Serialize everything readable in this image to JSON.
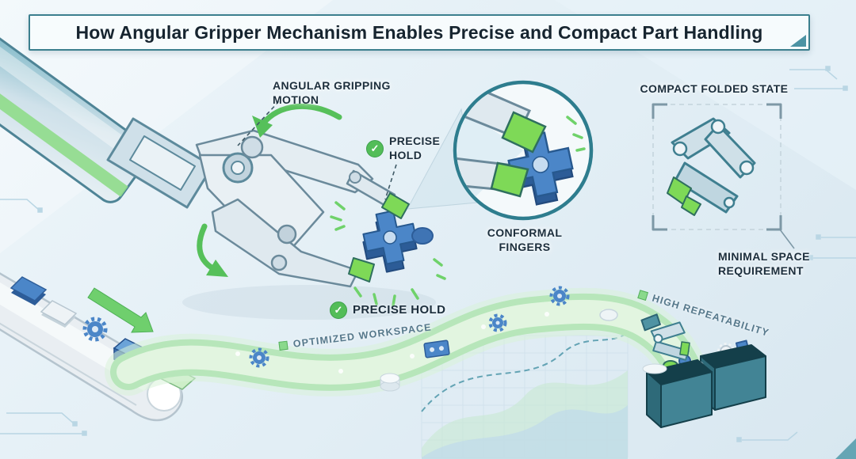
{
  "title": "How Angular Gripper Mechanism Enables Precise and Compact Part Handling",
  "labels": {
    "angular_gripping_motion": "ANGULAR GRIPPING MOTION",
    "precise_hold_top": "PRECISE HOLD",
    "conformal_fingers": "CONFORMAL FINGERS",
    "compact_folded_state": "COMPACT FOLDED STATE",
    "minimal_space_requirement": "MINIMAL SPACE REQUIREMENT",
    "precise_hold_bottom": "PRECISE HOLD",
    "optimized_workspace": "OPTIMIZED WORKSPACE",
    "high_repeatability": "HIGH REPEATABILITY"
  },
  "icons": {
    "check": "✓"
  },
  "colors": {
    "accent_green": "#53bd58",
    "teal": "#2e7d8e",
    "part_blue": "#4b86c8",
    "text_dark": "#1c2e3c"
  }
}
